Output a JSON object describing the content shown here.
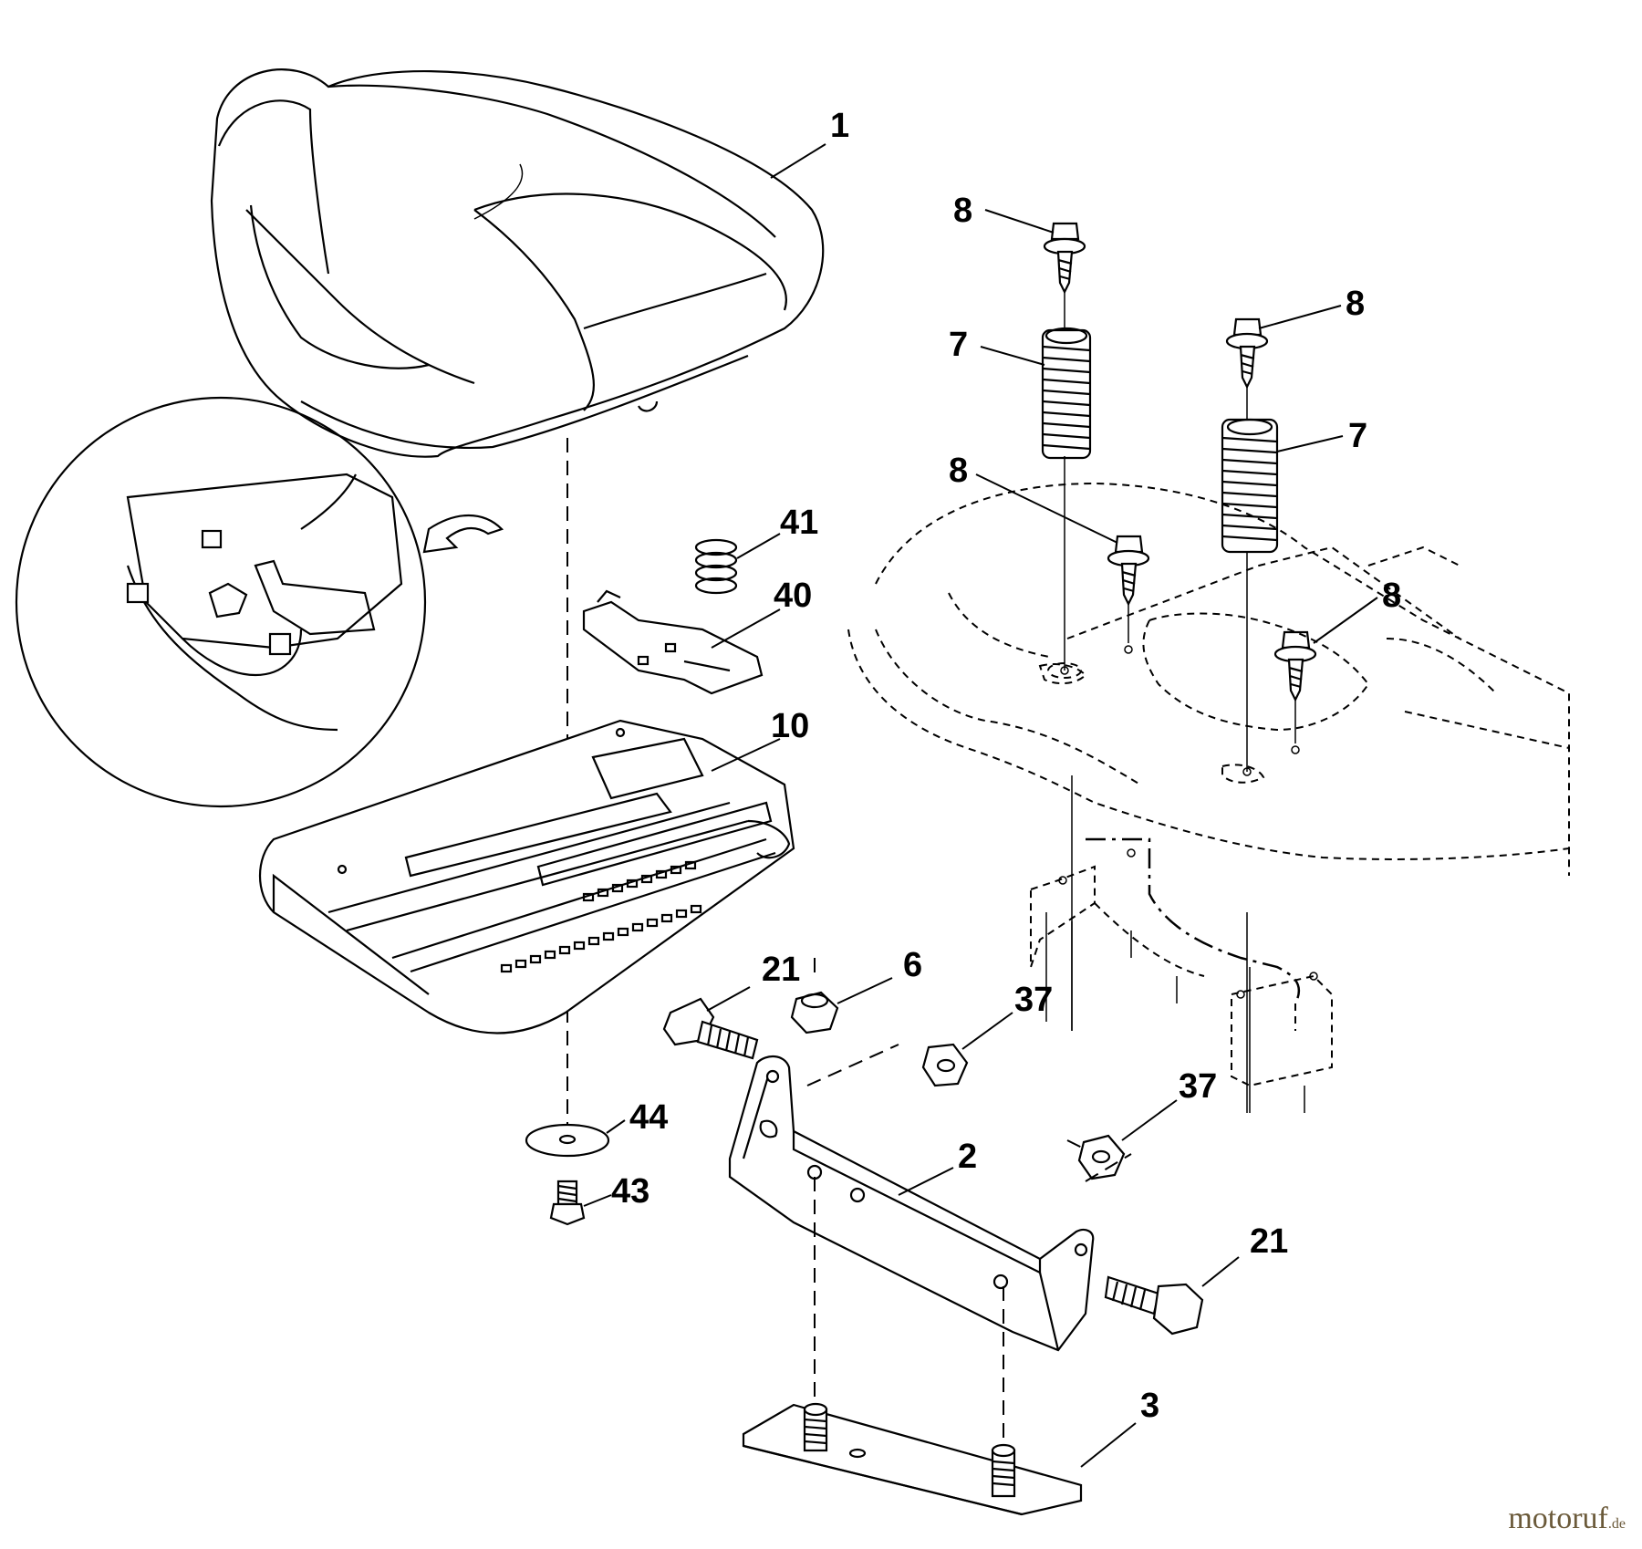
{
  "callouts": [
    {
      "id": "1",
      "text": "1"
    },
    {
      "id": "8a",
      "text": "8"
    },
    {
      "id": "8b",
      "text": "8"
    },
    {
      "id": "8c",
      "text": "8"
    },
    {
      "id": "8d",
      "text": "8"
    },
    {
      "id": "7a",
      "text": "7"
    },
    {
      "id": "7b",
      "text": "7"
    },
    {
      "id": "41",
      "text": "41"
    },
    {
      "id": "40",
      "text": "40"
    },
    {
      "id": "10",
      "text": "10"
    },
    {
      "id": "21a",
      "text": "21"
    },
    {
      "id": "21b",
      "text": "21"
    },
    {
      "id": "6",
      "text": "6"
    },
    {
      "id": "37a",
      "text": "37"
    },
    {
      "id": "37b",
      "text": "37"
    },
    {
      "id": "44",
      "text": "44"
    },
    {
      "id": "43",
      "text": "43"
    },
    {
      "id": "2",
      "text": "2"
    },
    {
      "id": "3",
      "text": "3"
    }
  ],
  "watermark": {
    "text": "motoruf",
    "suffix": ".de"
  }
}
